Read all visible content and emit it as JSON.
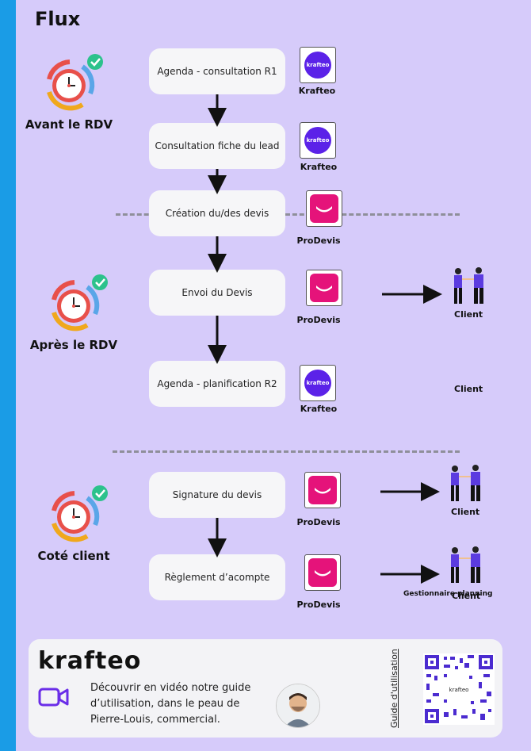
{
  "title": "Flux",
  "phases": [
    {
      "label": "Avant le RDV"
    },
    {
      "label": "Après le RDV"
    },
    {
      "label": "Coté client"
    }
  ],
  "steps": [
    {
      "label": "Agenda - consultation R1",
      "tool": "Krafteo"
    },
    {
      "label": "Consultation fiche du lead",
      "tool": "Krafteo"
    },
    {
      "label": "Création du/des devis",
      "tool": "ProDevis"
    },
    {
      "label": "Envoi du Devis",
      "tool": "ProDevis"
    },
    {
      "label": "Agenda - planification R2",
      "tool": "Krafteo"
    },
    {
      "label": "Signature du devis",
      "tool": "ProDevis"
    },
    {
      "label": "Règlement d’acompte",
      "tool": "ProDevis"
    }
  ],
  "logo_text": {
    "krafteo": "krafteo"
  },
  "targets": {
    "envoi": "Client",
    "planification": "Client",
    "signature": "Client",
    "reglement_a": "Gestionnaire planning",
    "reglement_b": "Client"
  },
  "footer": {
    "brand": "krafteo",
    "video_text": "Découvrir en vidéo notre guide d’utilisation, dans le peau de Pierre-Louis, commercial.",
    "guide_label": "Guide d'utilisation",
    "qr_center": "krafteo"
  },
  "colors": {
    "background": "#d6cbfa",
    "side_stripe": "#1a9ce6",
    "krafteo_purple": "#5b22e8",
    "prodevis_pink": "#e5137a"
  },
  "icons": {
    "phase": "clock-cycle-check-icon",
    "people": "handshake-people-icon",
    "video": "video-camera-icon"
  }
}
